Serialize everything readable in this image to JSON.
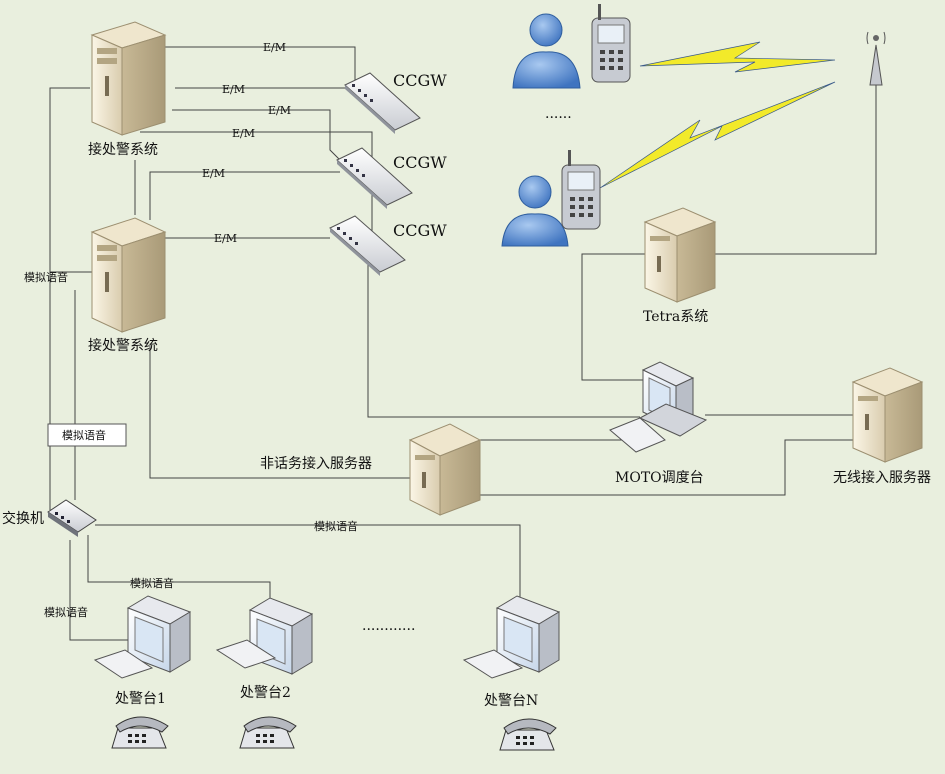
{
  "labels": {
    "em": "E/M",
    "ccgw": "CCGW",
    "jcj_system": "接处警系统",
    "analog_voice": "模拟语音",
    "switch": "交换机",
    "tetra_system": "Tetra系统",
    "moto_console": "MOTO调度台",
    "non_voice_server": "非话务接入服务器",
    "wireless_server": "无线接入服务器",
    "console_1": "处警台1",
    "console_2": "处警台2",
    "console_n": "处警台N",
    "dots_mid": "............",
    "dots_top": "......"
  },
  "colors": {
    "background": "#e9efde",
    "lines": "#333333",
    "lightning": "#f2ea2a",
    "person": "#5a8fd0"
  }
}
